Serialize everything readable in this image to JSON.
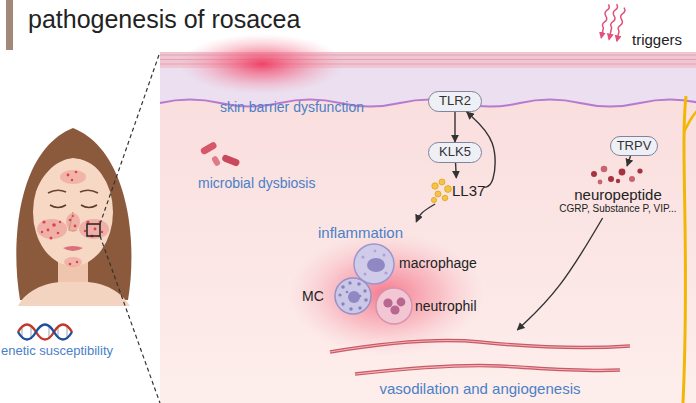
{
  "diagram": {
    "title": "pathogenesis of rosacea",
    "nodes": [
      {
        "text": [
          "TLR2"
        ]
      },
      {
        "text": [
          "KLK5"
        ]
      },
      {
        "text": [
          "LL37"
        ]
      },
      {
        "text": [
          "inflammation"
        ]
      },
      {
        "text": [
          "macrophage"
        ],
        "in": 3
      },
      {
        "text": [
          "MC"
        ],
        "in": 3
      },
      {
        "text": [
          "neutrophil"
        ],
        "in": 3
      },
      {
        "text": [
          "TRPV"
        ]
      },
      {
        "text": [
          "neuropeptide",
          "CGRP, Substance P, VIP..."
        ]
      },
      {
        "text": [
          "vasodilation and angiogenesis"
        ]
      }
    ],
    "edges": [
      {
        "from": 0,
        "to": 1,
        "arrow": "to"
      },
      {
        "from": 1,
        "to": 2,
        "arrow": "to"
      },
      {
        "from": 2,
        "to": 0,
        "arrow": "to"
      },
      {
        "from": 2,
        "to": 3,
        "arrow": "to"
      },
      {
        "from": 7,
        "to": 8,
        "arrow": "to"
      },
      {
        "from": 8,
        "to": 9,
        "arrow": "to"
      }
    ],
    "labels": [
      "triggers",
      "skin barrier dysfunction",
      "microbial dysbiosis",
      "enetic susceptibility"
    ]
  }
}
